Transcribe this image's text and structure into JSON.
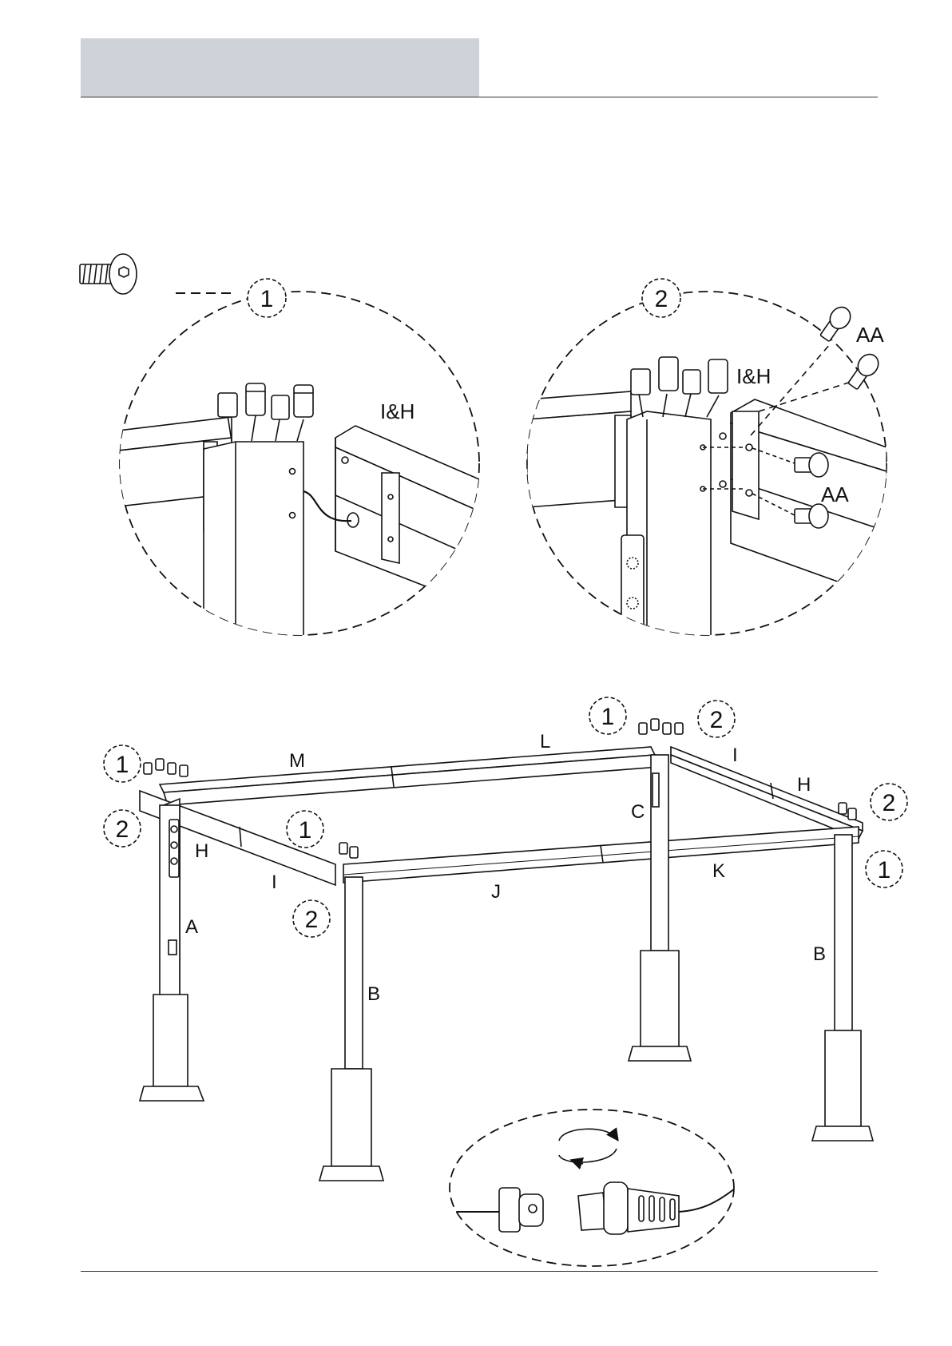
{
  "callouts": {
    "detail_1_number": "1",
    "detail_2_number": "2",
    "ih_label_1": "I&H",
    "ih_label_2": "I&H",
    "aa_label_1": "AA",
    "aa_label_2": "AA"
  },
  "frame": {
    "markers": [
      "1",
      "2",
      "1",
      "2",
      "1",
      "2",
      "1",
      "2"
    ],
    "parts": {
      "A": "A",
      "B_front": "B",
      "B_right": "B",
      "C": "C",
      "H_left": "H",
      "H_right": "H",
      "I_left": "I",
      "I_right": "I",
      "J": "J",
      "K": "K",
      "L": "L",
      "M": "M"
    }
  }
}
